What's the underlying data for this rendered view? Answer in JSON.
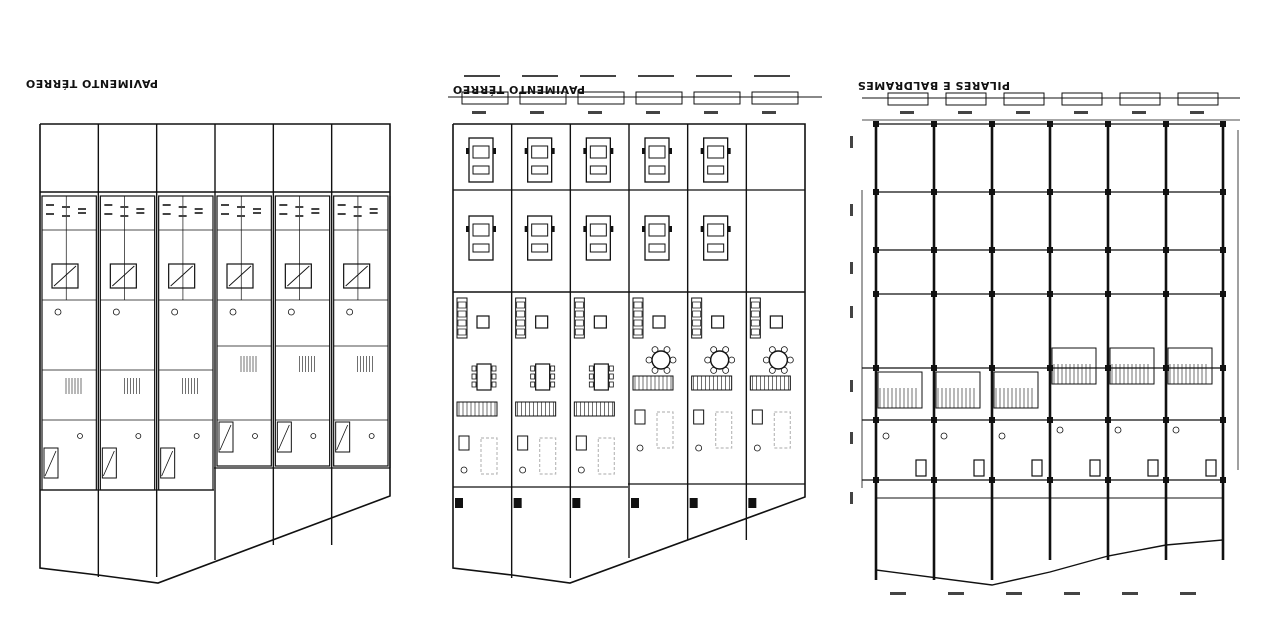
{
  "drawing": {
    "ink": "#111111",
    "accent_ink": "#444444",
    "background": "#ffffff"
  },
  "panels": [
    {
      "id": "left",
      "title": "PAVIMENTO TÉRREO",
      "title_mirrored": true
    },
    {
      "id": "middle",
      "title": "PAVIMENTO TÉRREO",
      "title_mirrored": true
    },
    {
      "id": "right",
      "title": "PILARES E BALDRAMES",
      "title_mirrored": true
    }
  ],
  "units_per_panel": 6,
  "cars_per_unit": 2
}
